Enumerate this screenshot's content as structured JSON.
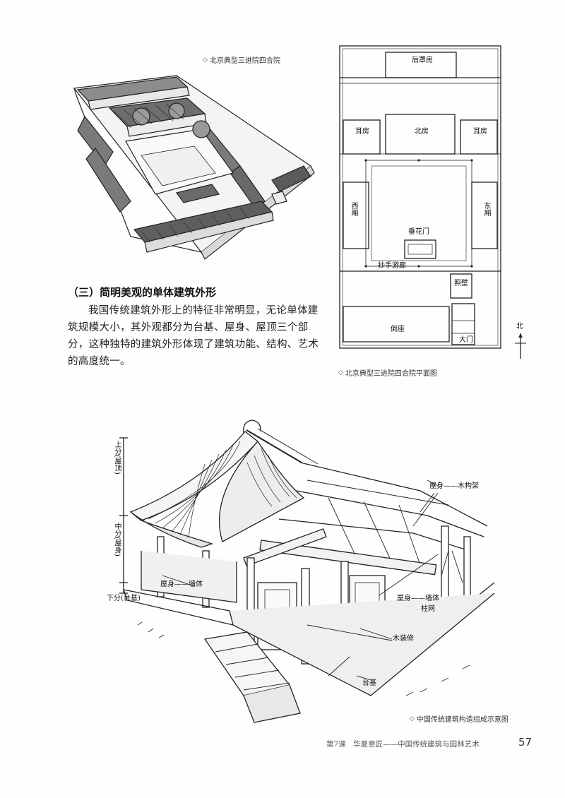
{
  "captions": {
    "courtyard_aerial": "北京典型三进院四合院",
    "courtyard_plan": "北京典型三进院四合院平面图",
    "structure_diagram": "中国传统建筑构造组成示意图"
  },
  "section": {
    "heading": "（三）简明美观的单体建筑外形",
    "paragraph": "我国传统建筑外形上的特征非常明显，无论单体建筑规模大小，其外观都分为台基、屋身、屋顶三个部分，这种独特的建筑外形体现了建筑功能、结构、艺术的高度统一。"
  },
  "plan_labels": {
    "rear_room": "后罩房",
    "ear_room_left": "耳房",
    "north_room": "北房",
    "ear_room_right": "耳房",
    "west_wing": "西厢",
    "east_wing": "东厢",
    "hanging_flower_gate": "垂花门",
    "corridor": "抄手游廊",
    "screen_wall": "照壁",
    "inverted_room": "倒座",
    "main_gate": "大门",
    "north": "北"
  },
  "diagram_labels": {
    "upper": "上分(屋顶)",
    "middle": "中分(屋身)",
    "lower": "下分(台基)",
    "body_frame": "屋身——木构架",
    "body_wall_left": "屋身——墙体",
    "body_wall_right": "屋身——墙体",
    "column_grid": "柱网",
    "wood_fitting": "木装修",
    "platform": "台基"
  },
  "footer": {
    "text": "第7课　华夏意匠——中国传统建筑与园林艺术",
    "page": "57"
  }
}
